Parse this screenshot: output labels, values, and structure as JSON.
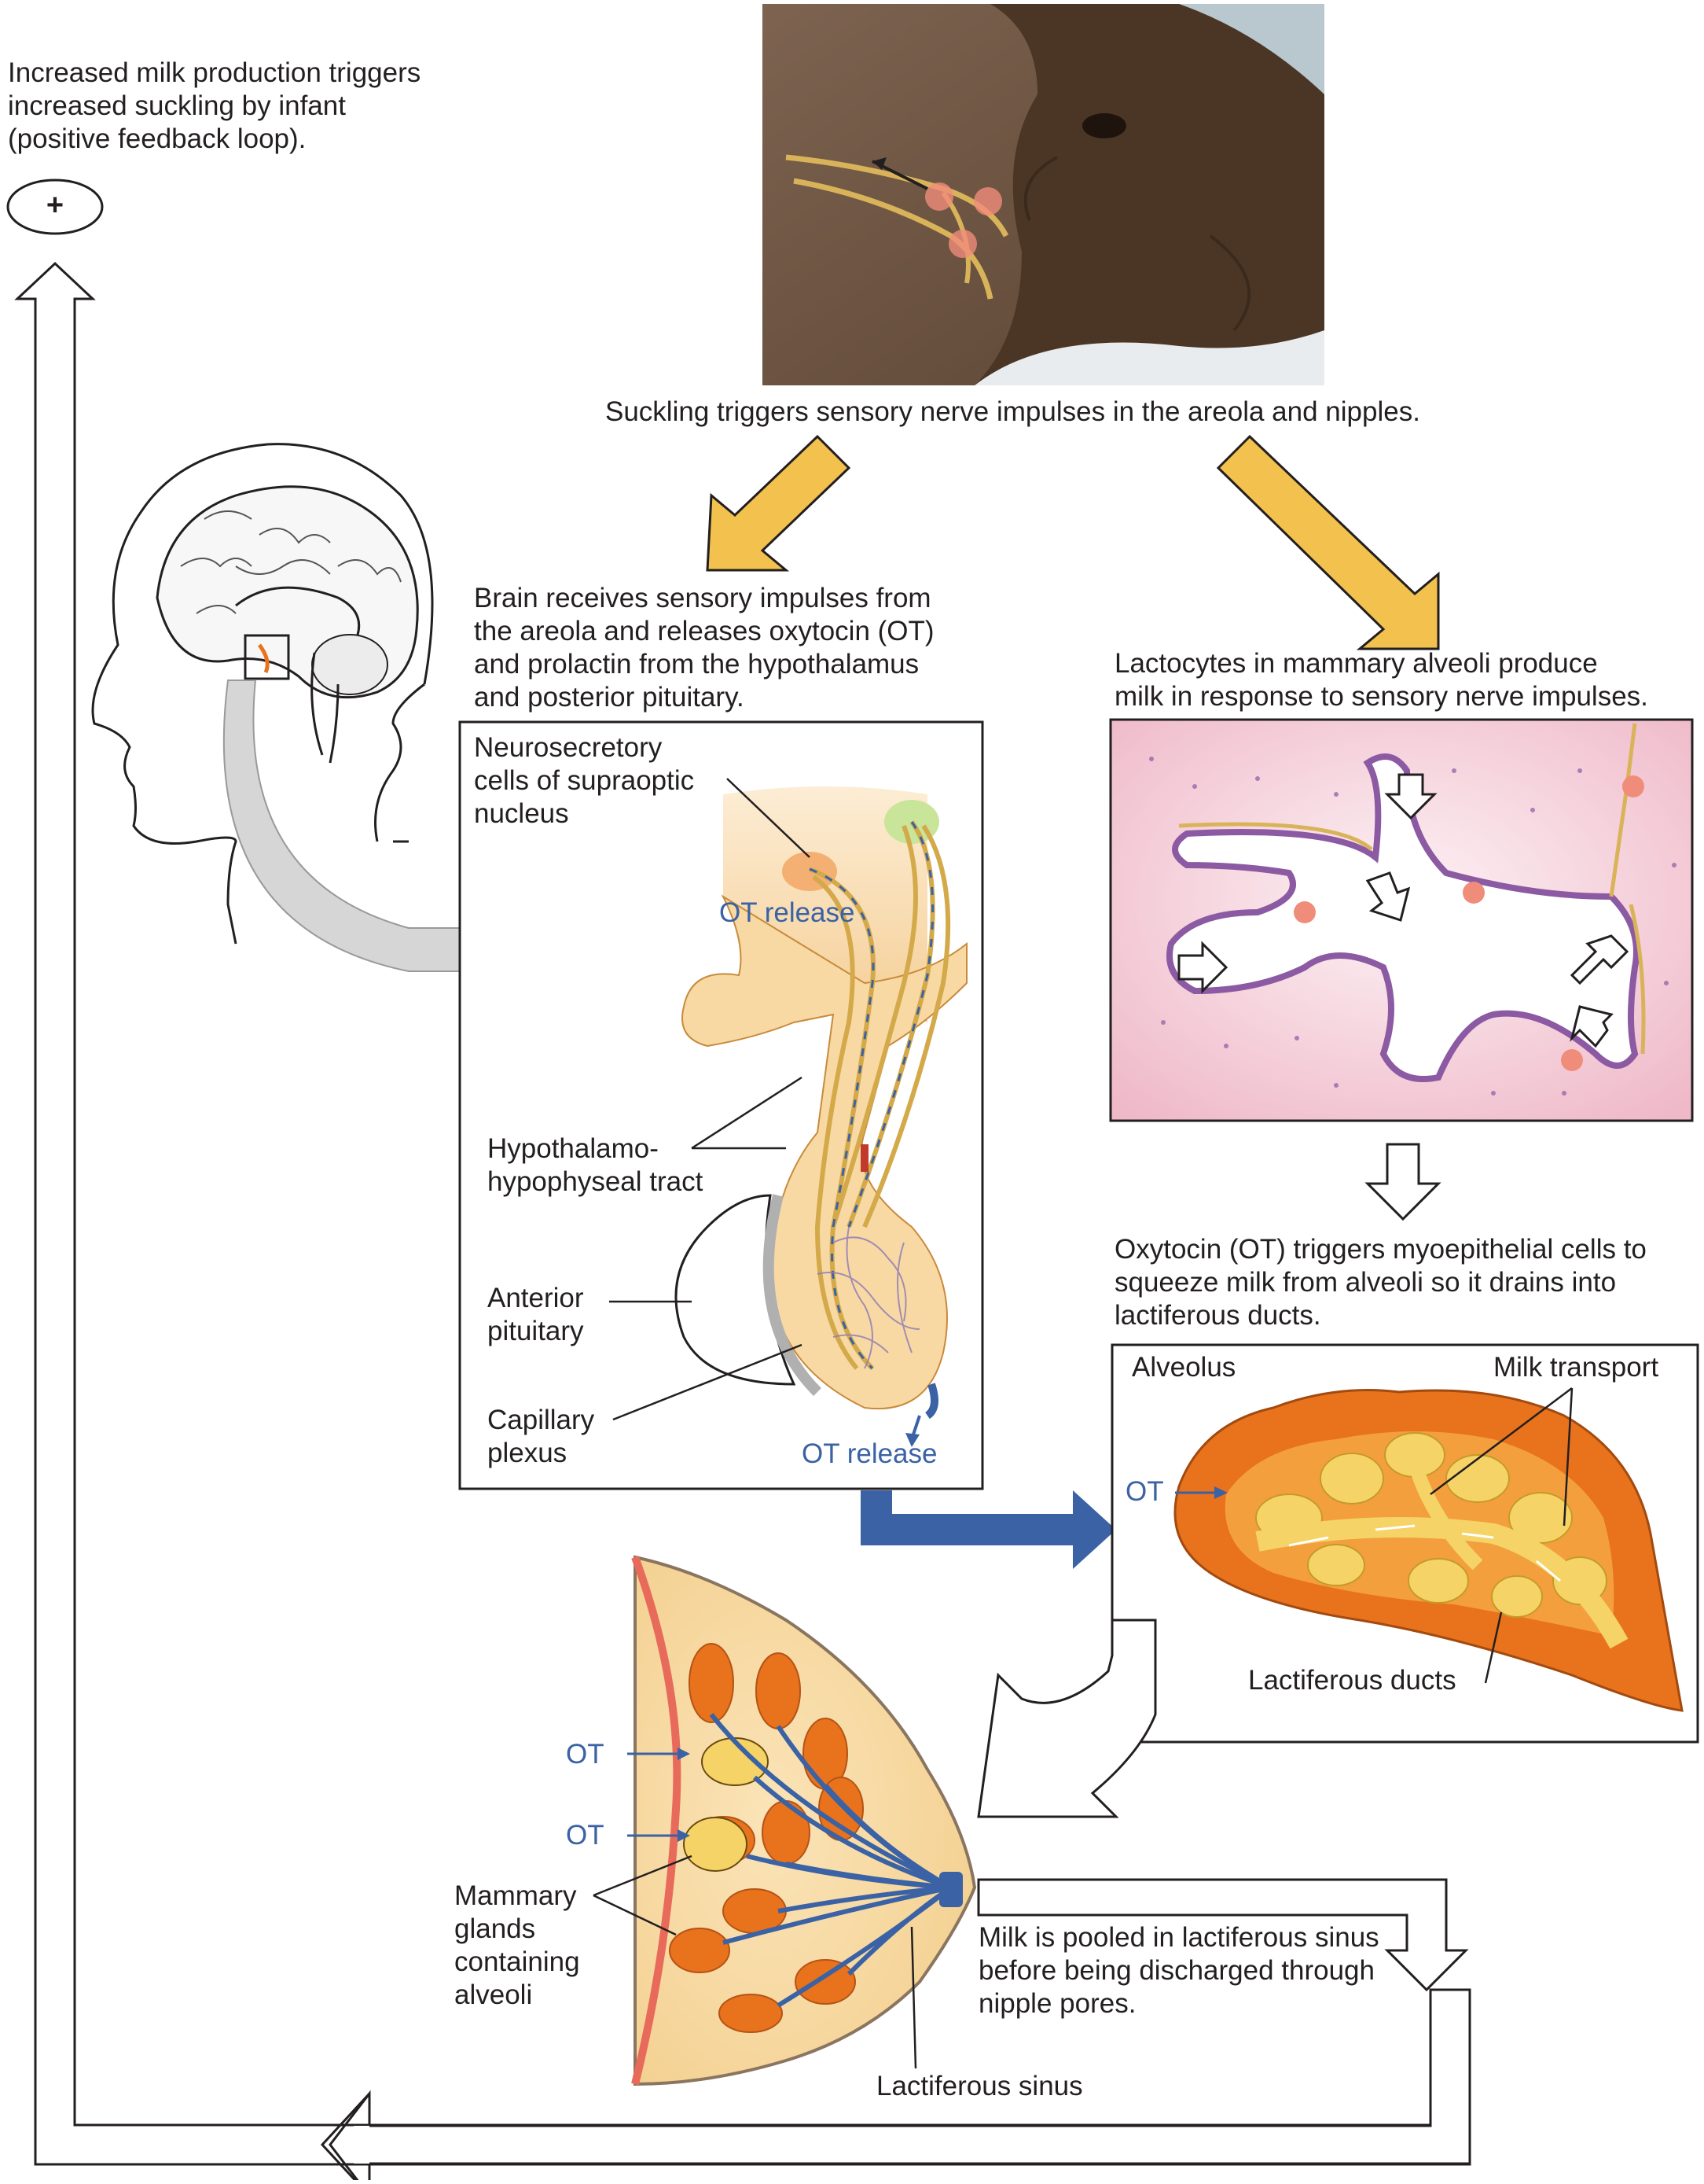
{
  "feedback": {
    "caption": "Increased milk production triggers\nincreased suckling by infant\n(positive feedback loop).",
    "symbol": "+"
  },
  "top_panel": {
    "caption": "Suckling triggers sensory nerve impulses in the areola and nipples."
  },
  "brain": {
    "caption": "Brain receives sensory impulses from\nthe areola and releases oxytocin (OT)\nand prolactin from the hypothalamus\nand posterior pituitary.",
    "labels": {
      "neurosecretory": "Neurosecretory\ncells of supraoptic\nnucleus",
      "ot_release_top": "OT release",
      "tract": "Hypothalamo-\nhypophyseal tract",
      "anterior": "Anterior\npituitary",
      "capillary": "Capillary\nplexus",
      "ot_release_bottom": "OT release"
    }
  },
  "lactocytes": {
    "caption": "Lactocytes in mammary alveoli produce\nmilk in response to sensory nerve impulses."
  },
  "oxytocin": {
    "caption": "Oxytocin (OT) triggers myoepithelial cells to\nsqueeze milk from alveoli so it drains into\nlactiferous ducts.",
    "labels": {
      "alveolus": "Alveolus",
      "milk_transport": "Milk transport",
      "ot": "OT",
      "ducts": "Lactiferous ducts"
    }
  },
  "breast": {
    "labels": {
      "ot1": "OT",
      "ot2": "OT",
      "glands": "Mammary\nglands\ncontaining\nalveoli",
      "sinus": "Lactiferous sinus"
    },
    "caption": "Milk is pooled in lactiferous sinus\nbefore being discharged through\nnipple pores."
  },
  "colors": {
    "accent_yellow": "#f2c14e",
    "hormone_blue": "#3a62a4",
    "alveolus_orange": "#e8731c",
    "skin_dark": "#6e5541",
    "pink_tissue": "#f4c9d6"
  }
}
